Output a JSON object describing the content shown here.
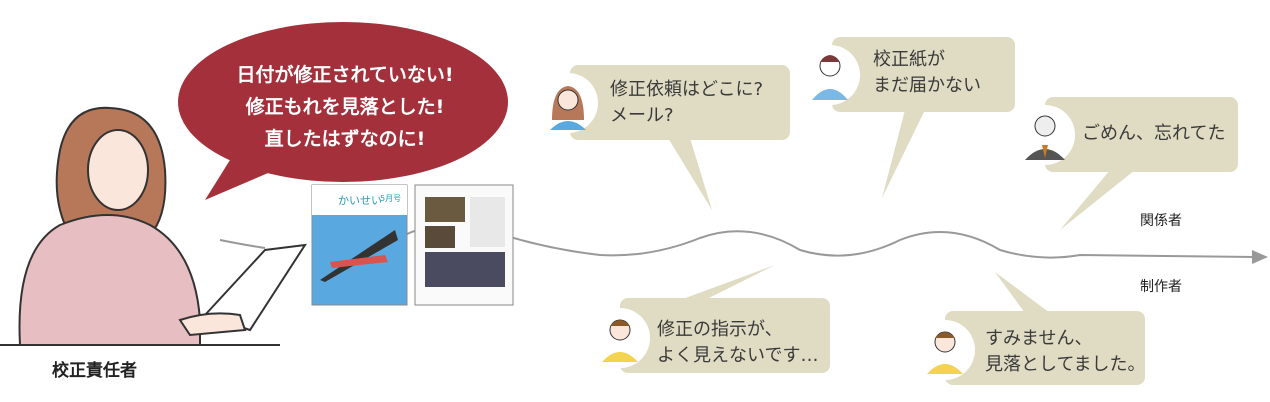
{
  "responsible_person": {
    "label": "校正責任者",
    "speech": [
      "日付が修正されていない!",
      "修正もれを見落とした!",
      "直したはずなのに!"
    ]
  },
  "magazine": {
    "title": "かいせい",
    "issue": "5月号"
  },
  "axis_labels": {
    "upper": "関係者",
    "lower": "制作者"
  },
  "stakeholders": [
    {
      "lines": [
        "修正依頼はどこに?",
        "メール?"
      ]
    },
    {
      "lines": [
        "校正紙が",
        "まだ届かない"
      ]
    },
    {
      "lines": [
        "ごめん、忘れてた"
      ]
    }
  ],
  "producers": [
    {
      "lines": [
        "修正の指示が、",
        "よく見えないです…"
      ]
    },
    {
      "lines": [
        "すみません、",
        "見落としてました。"
      ]
    }
  ],
  "colors": {
    "red_bubble": "#a3303b",
    "bubble": "#e0dcc4",
    "line": "#999999"
  }
}
